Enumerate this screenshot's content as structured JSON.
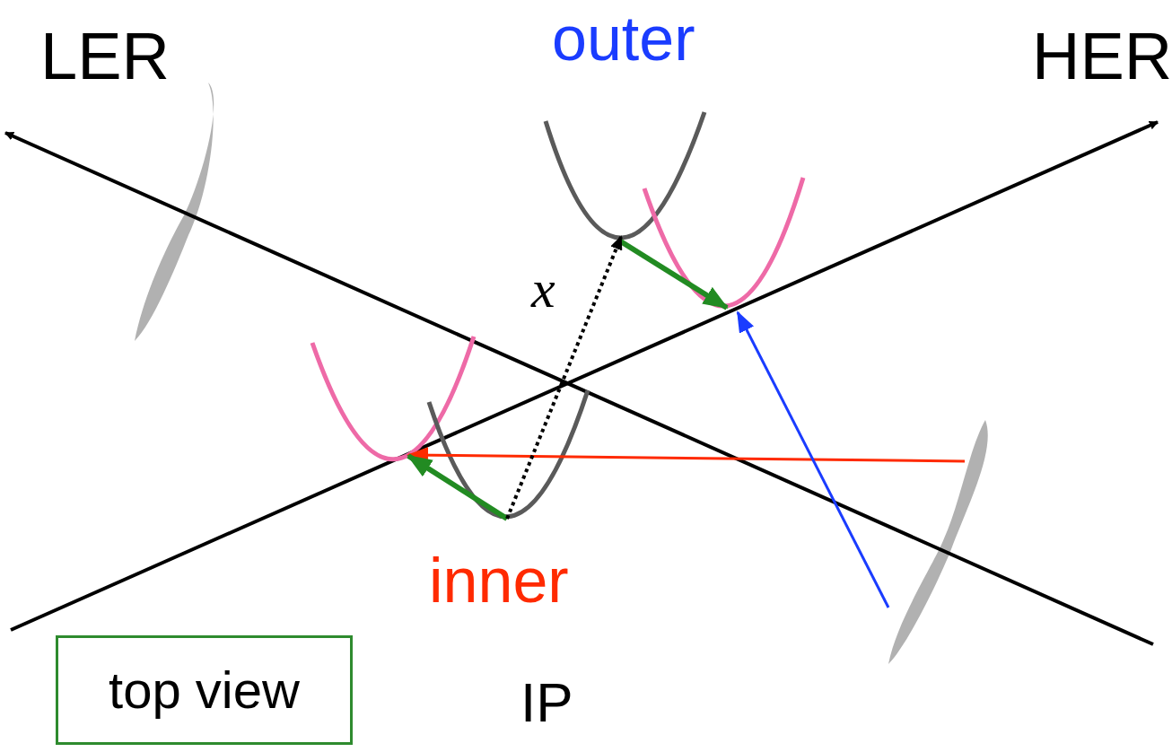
{
  "diagram": {
    "nodes": [
      {
        "text": [
          "top view"
        ]
      }
    ],
    "edges": [],
    "labels": [
      "LER",
      "outer",
      "HER",
      "x",
      "inner",
      "IP"
    ]
  }
}
